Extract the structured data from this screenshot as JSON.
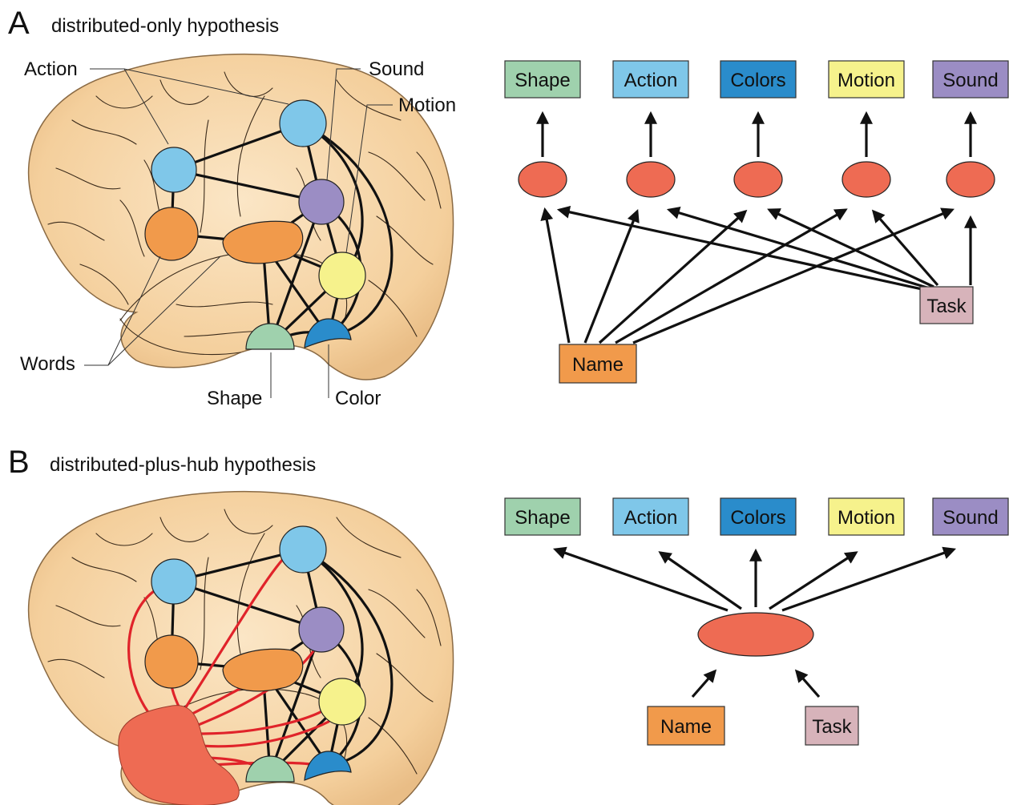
{
  "panels": [
    {
      "letter": "A",
      "title": "distributed-only hypothesis",
      "brain_labels": {
        "action": "Action",
        "sound": "Sound",
        "motion": "Motion",
        "words": "Words",
        "shape": "Shape",
        "color": "Color"
      },
      "output_boxes": [
        "Shape",
        "Action",
        "Colors",
        "Motion",
        "Sound"
      ],
      "inputs": {
        "name": "Name",
        "task": "Task"
      }
    },
    {
      "letter": "B",
      "title": "distributed-plus-hub hypothesis",
      "output_boxes": [
        "Shape",
        "Action",
        "Colors",
        "Motion",
        "Sound"
      ],
      "inputs": {
        "name": "Name",
        "task": "Task"
      }
    }
  ],
  "colors": {
    "shape": "#9fd1ad",
    "action": "#7fc7e9",
    "colors": "#2a8ccb",
    "motion": "#f6f28c",
    "sound": "#9b8dc4",
    "words": "#f19a4b",
    "name": "#f19a4b",
    "task": "#d7b3ba",
    "hub": "#ee6b53",
    "brain": "#f6d7a8",
    "red_link": "#e0232a"
  }
}
